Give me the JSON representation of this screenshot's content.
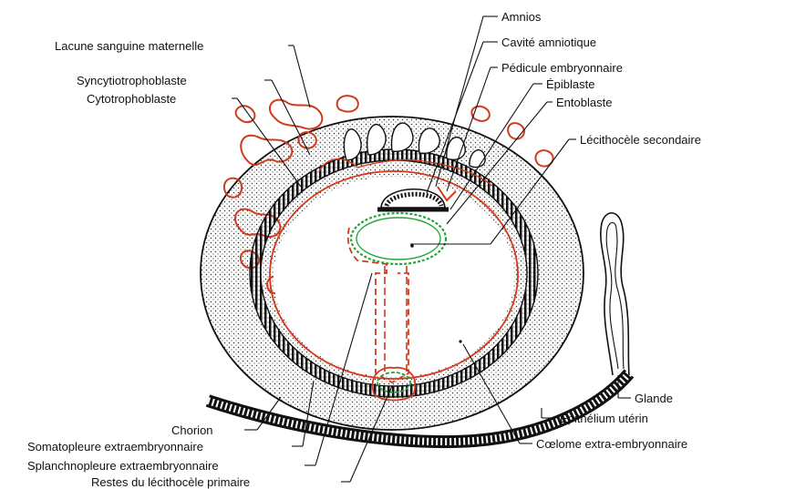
{
  "labels": {
    "amnios": "Amnios",
    "lacune": "Lacune sanguine maternelle",
    "cavite": "Cavité amniotique",
    "syncytio": "Syncytiotrophoblaste",
    "pedicule": "Pédicule embryonnaire",
    "cyto": "Cytotrophoblaste",
    "epiblaste": "Épiblaste",
    "entoblaste": "Entoblaste",
    "lecitho2": "Lécithocèle secondaire",
    "glande": "Glande",
    "chorion": "Chorion",
    "epith": "Épithélium utérin",
    "somato": "Somatopleure extraembryonnaire",
    "coelome": "Cœlome extra-embryonnaire",
    "splanchno": "Splanchnopleure extraembryonnaire",
    "restes": "Restes du lécithocèle primaire"
  },
  "colors": {
    "ink": "#111111",
    "trophoblast_red": "#d23a1c",
    "endoderm_green": "#22a53a"
  }
}
